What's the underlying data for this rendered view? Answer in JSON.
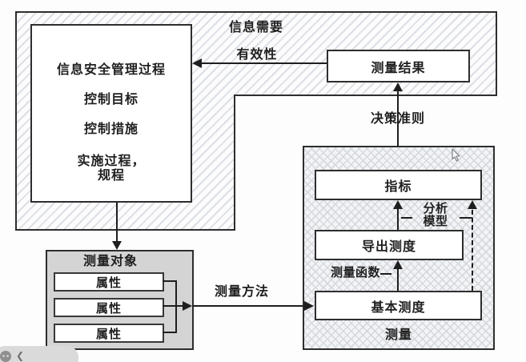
{
  "colors": {
    "box_border": "#2e2e2e",
    "arrow": "#1e1e1e",
    "hatch_line": "#dcdfe4",
    "crosshatch_bg": "#f3f4f6",
    "object_box_bg": "#d4d4d4",
    "text": "#1f1f1f",
    "overlay_pill_bg": "#dadada"
  },
  "diagram": {
    "info_need_label": "信息需要",
    "effectiveness_label": "有效性",
    "management_box": {
      "lines": [
        "信息安全管理过程",
        "控制目标",
        "控制措施",
        "实施过程，\n规程"
      ]
    },
    "measurement_results_label": "测量结果",
    "decision_criteria_label": "决策准则",
    "measurement_group": {
      "indicator_label": "指标",
      "analysis_model_label": "分析\n模型",
      "derived_measure_label": "导出测度",
      "measurement_function_label": "测量函数",
      "base_measure_label": "基本测度",
      "group_label": "测量"
    },
    "measured_object": {
      "title": "测量对象",
      "attributes": [
        "属性",
        "属性",
        "属性"
      ]
    },
    "measurement_method_label": "测量方法"
  },
  "overlay": {
    "back_chevron": "❮"
  }
}
